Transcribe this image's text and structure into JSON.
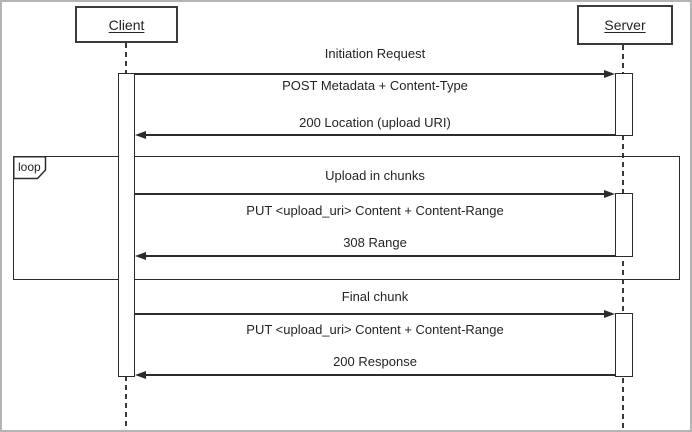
{
  "actors": {
    "client": "Client",
    "server": "Server"
  },
  "loop_fragment": {
    "operator": "loop"
  },
  "sections": [
    {
      "title": "Initiation Request",
      "request": "POST Metadata + Content-Type",
      "response": "200 Location (upload URI)"
    },
    {
      "title": "Upload in chunks",
      "request": "PUT <upload_uri> Content + Content-Range",
      "response": "308 Range"
    },
    {
      "title": "Final chunk",
      "request": "PUT <upload_uri> Content + Content-Range",
      "response": "200 Response"
    }
  ],
  "colors": {
    "line": "#2b2b2b",
    "background": "#ffffff",
    "frame_border": "#b4b4b4"
  }
}
